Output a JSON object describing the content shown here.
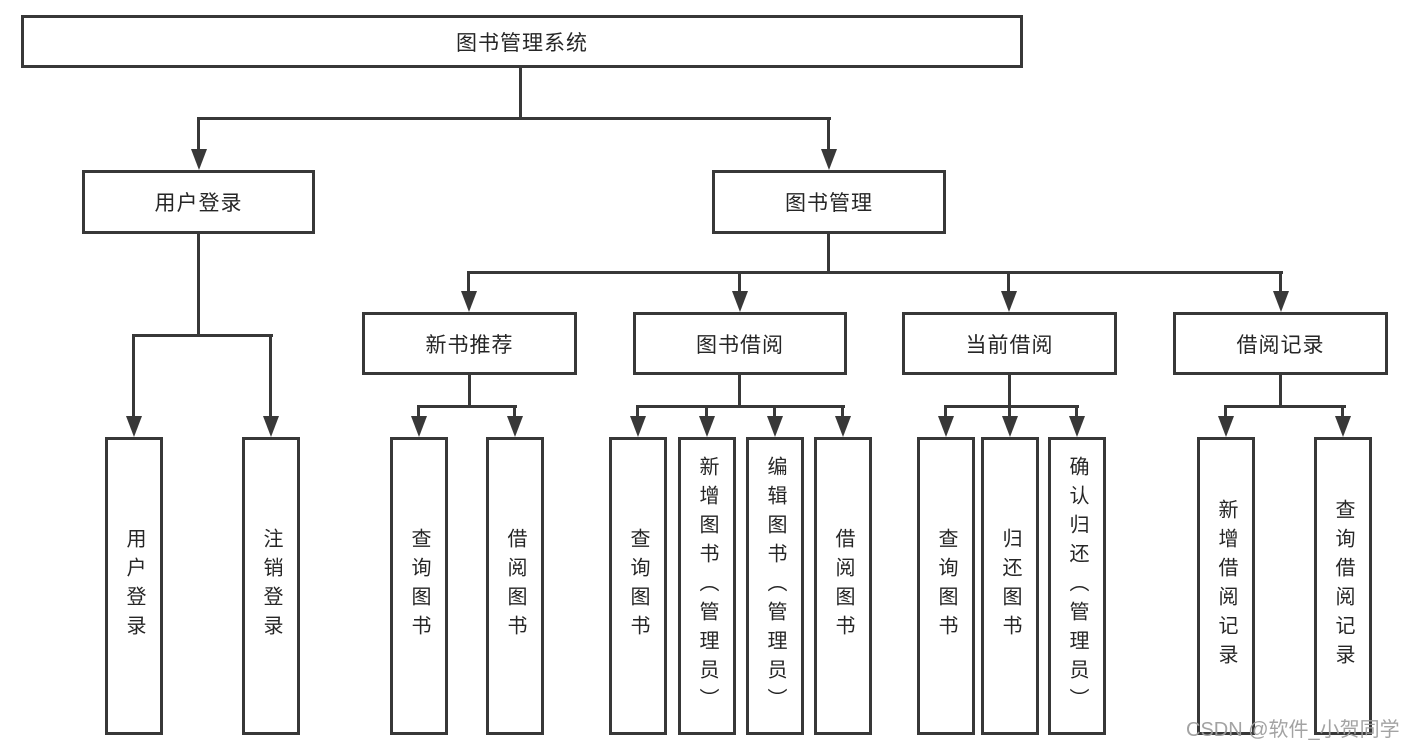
{
  "diagram": {
    "root": {
      "label": "图书管理系统"
    },
    "branches": [
      {
        "label": "用户登录",
        "children": [
          "用户登录",
          "注销登录"
        ]
      },
      {
        "label": "图书管理",
        "modules": [
          {
            "label": "新书推荐",
            "children": [
              "查询图书",
              "借阅图书"
            ]
          },
          {
            "label": "图书借阅",
            "children": [
              "查询图书",
              "新增图书（管理员）",
              "编辑图书（管理员）",
              "借阅图书"
            ]
          },
          {
            "label": "当前借阅",
            "children": [
              "查询图书",
              "归还图书",
              "确认归还（管理员）"
            ]
          },
          {
            "label": "借阅记录",
            "children": [
              "新增借阅记录",
              "查询借阅记录"
            ]
          }
        ]
      }
    ]
  },
  "watermark": {
    "text": "CSDN @软件_小贺同学"
  },
  "colors": {
    "line": "#383838",
    "text": "#262626",
    "background": "#ffffff",
    "watermark": "#9e9e9e"
  }
}
